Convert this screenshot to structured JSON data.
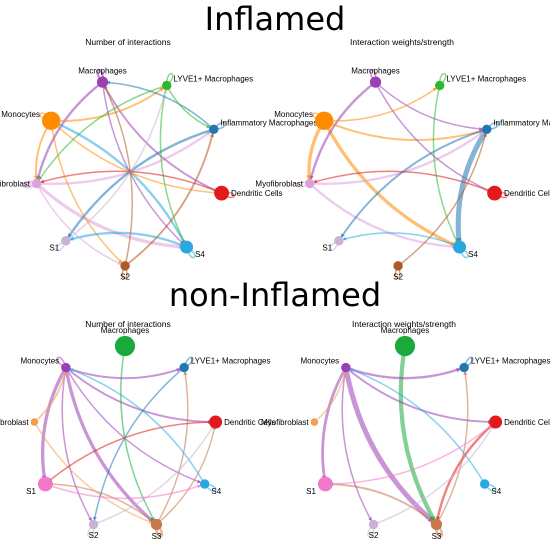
{
  "sections": [
    {
      "title": "Inflamed",
      "panels": [
        {
          "title": "Number of interactions",
          "nodes": [
            {
              "label": "LYVE1+ Macrophages",
              "color": "#2eb82e",
              "size": 3
            },
            {
              "label": "Inflammatory Macrophages",
              "color": "#1f78b4",
              "size": 3
            },
            {
              "label": "Dendritic Cells",
              "color": "#e31a1c",
              "size": 6
            },
            {
              "label": "S4",
              "color": "#29a8e0",
              "size": 5
            },
            {
              "label": "S2",
              "color": "#b15928",
              "size": 3
            },
            {
              "label": "S1",
              "color": "#cab2d6",
              "size": 3
            },
            {
              "label": "Myofibroblast",
              "color": "#dda0dd",
              "size": 3
            },
            {
              "label": "Monocytes",
              "color": "#ff8c00",
              "size": 8
            },
            {
              "label": "Macrophages",
              "color": "#9b3fb5",
              "size": 4
            }
          ],
          "edges": [
            {
              "from": 0,
              "to": 0,
              "w": 1
            },
            {
              "from": 1,
              "to": 1,
              "w": 1
            },
            {
              "from": 2,
              "to": 2,
              "w": 1
            },
            {
              "from": 3,
              "to": 3,
              "w": 1
            },
            {
              "from": 4,
              "to": 4,
              "w": 1
            },
            {
              "from": 5,
              "to": 5,
              "w": 1
            },
            {
              "from": 6,
              "to": 6,
              "w": 3
            },
            {
              "from": 7,
              "to": 7,
              "w": 1
            },
            {
              "from": 8,
              "to": 8,
              "w": 2
            },
            {
              "from": 6,
              "to": 3,
              "w": 3
            },
            {
              "from": 6,
              "to": 1,
              "w": 2
            },
            {
              "from": 8,
              "to": 6,
              "w": 2
            },
            {
              "from": 8,
              "to": 2,
              "w": 1.5
            },
            {
              "from": 1,
              "to": 5,
              "w": 2
            },
            {
              "from": 3,
              "to": 7,
              "w": 2
            },
            {
              "from": 4,
              "to": 1,
              "w": 1.5
            },
            {
              "from": 7,
              "to": 0,
              "w": 1.5
            },
            {
              "from": 0,
              "to": 3,
              "w": 1
            },
            {
              "from": 2,
              "to": 6,
              "w": 1
            },
            {
              "from": 8,
              "to": 3,
              "w": 1
            },
            {
              "from": 5,
              "to": 0,
              "w": 1
            },
            {
              "from": 7,
              "to": 4,
              "w": 1
            },
            {
              "from": 1,
              "to": 8,
              "w": 1
            },
            {
              "from": 3,
              "to": 5,
              "w": 2
            },
            {
              "from": 6,
              "to": 4,
              "w": 1
            },
            {
              "from": 7,
              "to": 2,
              "w": 1
            },
            {
              "from": 0,
              "to": 6,
              "w": 1
            },
            {
              "from": 4,
              "to": 8,
              "w": 1
            },
            {
              "from": 7,
              "to": 6,
              "w": 1.5
            },
            {
              "from": 0,
              "to": 1,
              "w": 1
            }
          ]
        },
        {
          "title": "Interaction weights/strength",
          "nodes": [
            {
              "label": "LYVE1+ Macrophages",
              "color": "#2eb82e",
              "size": 3
            },
            {
              "label": "Inflammatory Macrophages",
              "color": "#1f78b4",
              "size": 3
            },
            {
              "label": "Dendritic Cells",
              "color": "#e31a1c",
              "size": 6
            },
            {
              "label": "S4",
              "color": "#29a8e0",
              "size": 5
            },
            {
              "label": "S2",
              "color": "#b15928",
              "size": 3
            },
            {
              "label": "S1",
              "color": "#cab2d6",
              "size": 3
            },
            {
              "label": "Myofibroblast",
              "color": "#dda0dd",
              "size": 3
            },
            {
              "label": "Monocytes",
              "color": "#ff8c00",
              "size": 8
            },
            {
              "label": "Macrophages",
              "color": "#9b3fb5",
              "size": 4
            }
          ],
          "edges": [
            {
              "from": 1,
              "to": 3,
              "w": 5
            },
            {
              "from": 7,
              "to": 3,
              "w": 3
            },
            {
              "from": 6,
              "to": 3,
              "w": 2
            },
            {
              "from": 8,
              "to": 6,
              "w": 2
            },
            {
              "from": 7,
              "to": 6,
              "w": 3
            },
            {
              "from": 6,
              "to": 1,
              "w": 2
            },
            {
              "from": 7,
              "to": 1,
              "w": 1.5
            },
            {
              "from": 8,
              "to": 1,
              "w": 1
            },
            {
              "from": 1,
              "to": 5,
              "w": 1.5
            },
            {
              "from": 8,
              "to": 2,
              "w": 1
            },
            {
              "from": 0,
              "to": 3,
              "w": 1
            },
            {
              "from": 4,
              "to": 1,
              "w": 1
            },
            {
              "from": 7,
              "to": 0,
              "w": 1
            },
            {
              "from": 3,
              "to": 5,
              "w": 1
            },
            {
              "from": 2,
              "to": 6,
              "w": 1
            },
            {
              "from": 1,
              "to": 1,
              "w": 1
            },
            {
              "from": 3,
              "to": 3,
              "w": 1
            },
            {
              "from": 5,
              "to": 5,
              "w": 1
            },
            {
              "from": 4,
              "to": 4,
              "w": 1
            },
            {
              "from": 6,
              "to": 6,
              "w": 1
            },
            {
              "from": 8,
              "to": 8,
              "w": 1
            },
            {
              "from": 0,
              "to": 0,
              "w": 1
            },
            {
              "from": 7,
              "to": 7,
              "w": 1
            },
            {
              "from": 2,
              "to": 2,
              "w": 1
            }
          ]
        }
      ]
    },
    {
      "title": "non-Inflamed",
      "panels": [
        {
          "title": "Number of interactions",
          "nodes": [
            {
              "label": "Macrophages",
              "color": "#1aaa3c",
              "size": 9
            },
            {
              "label": "LYVE1+ Macrophages",
              "color": "#1f78b4",
              "size": 3
            },
            {
              "label": "Dendritic Cells",
              "color": "#e31a1c",
              "size": 5
            },
            {
              "label": "S4",
              "color": "#29a8e0",
              "size": 3
            },
            {
              "label": "S3",
              "color": "#c8784a",
              "size": 4
            },
            {
              "label": "S2",
              "color": "#cab2d6",
              "size": 3
            },
            {
              "label": "S1",
              "color": "#f279c7",
              "size": 6
            },
            {
              "label": "Myofibroblast",
              "color": "#f0a050",
              "size": 2
            },
            {
              "label": "Monocytes",
              "color": "#9b3fb5",
              "size": 3
            }
          ],
          "edges": [
            {
              "from": 8,
              "to": 4,
              "w": 3
            },
            {
              "from": 8,
              "to": 6,
              "w": 3
            },
            {
              "from": 8,
              "to": 2,
              "w": 1.5
            },
            {
              "from": 8,
              "to": 1,
              "w": 1.5
            },
            {
              "from": 8,
              "to": 3,
              "w": 1
            },
            {
              "from": 8,
              "to": 5,
              "w": 1
            },
            {
              "from": 4,
              "to": 2,
              "w": 1
            },
            {
              "from": 4,
              "to": 6,
              "w": 1
            },
            {
              "from": 4,
              "to": 1,
              "w": 1
            },
            {
              "from": 7,
              "to": 8,
              "w": 1.5
            },
            {
              "from": 7,
              "to": 4,
              "w": 1
            },
            {
              "from": 2,
              "to": 6,
              "w": 1
            },
            {
              "from": 3,
              "to": 8,
              "w": 1
            },
            {
              "from": 1,
              "to": 5,
              "w": 1
            },
            {
              "from": 5,
              "to": 2,
              "w": 1
            },
            {
              "from": 0,
              "to": 4,
              "w": 1
            },
            {
              "from": 6,
              "to": 3,
              "w": 1
            },
            {
              "from": 4,
              "to": 4,
              "w": 2
            },
            {
              "from": 3,
              "to": 3,
              "w": 1
            },
            {
              "from": 1,
              "to": 1,
              "w": 1
            },
            {
              "from": 5,
              "to": 5,
              "w": 1
            },
            {
              "from": 8,
              "to": 8,
              "w": 1
            }
          ]
        },
        {
          "title": "Interaction weights/strength",
          "nodes": [
            {
              "label": "Macrophages",
              "color": "#1aaa3c",
              "size": 9
            },
            {
              "label": "LYVE1+ Macrophages",
              "color": "#1f78b4",
              "size": 3
            },
            {
              "label": "Dendritic Cells",
              "color": "#e31a1c",
              "size": 5
            },
            {
              "label": "S4",
              "color": "#29a8e0",
              "size": 3
            },
            {
              "label": "S3",
              "color": "#c8784a",
              "size": 4
            },
            {
              "label": "S2",
              "color": "#cab2d6",
              "size": 3
            },
            {
              "label": "S1",
              "color": "#f279c7",
              "size": 6
            },
            {
              "label": "Myofibroblast",
              "color": "#f0a050",
              "size": 2
            },
            {
              "label": "Monocytes",
              "color": "#9b3fb5",
              "size": 3
            }
          ],
          "edges": [
            {
              "from": 8,
              "to": 4,
              "w": 5
            },
            {
              "from": 0,
              "to": 4,
              "w": 4
            },
            {
              "from": 8,
              "to": 6,
              "w": 2.5
            },
            {
              "from": 8,
              "to": 1,
              "w": 2
            },
            {
              "from": 8,
              "to": 2,
              "w": 1.5
            },
            {
              "from": 2,
              "to": 4,
              "w": 2
            },
            {
              "from": 4,
              "to": 6,
              "w": 1.5
            },
            {
              "from": 8,
              "to": 5,
              "w": 1
            },
            {
              "from": 4,
              "to": 1,
              "w": 1
            },
            {
              "from": 7,
              "to": 8,
              "w": 1
            },
            {
              "from": 3,
              "to": 8,
              "w": 1
            },
            {
              "from": 5,
              "to": 2,
              "w": 1
            },
            {
              "from": 6,
              "to": 2,
              "w": 1
            },
            {
              "from": 4,
              "to": 4,
              "w": 2
            },
            {
              "from": 3,
              "to": 3,
              "w": 1
            },
            {
              "from": 1,
              "to": 1,
              "w": 1
            },
            {
              "from": 5,
              "to": 5,
              "w": 1
            }
          ]
        }
      ]
    }
  ]
}
